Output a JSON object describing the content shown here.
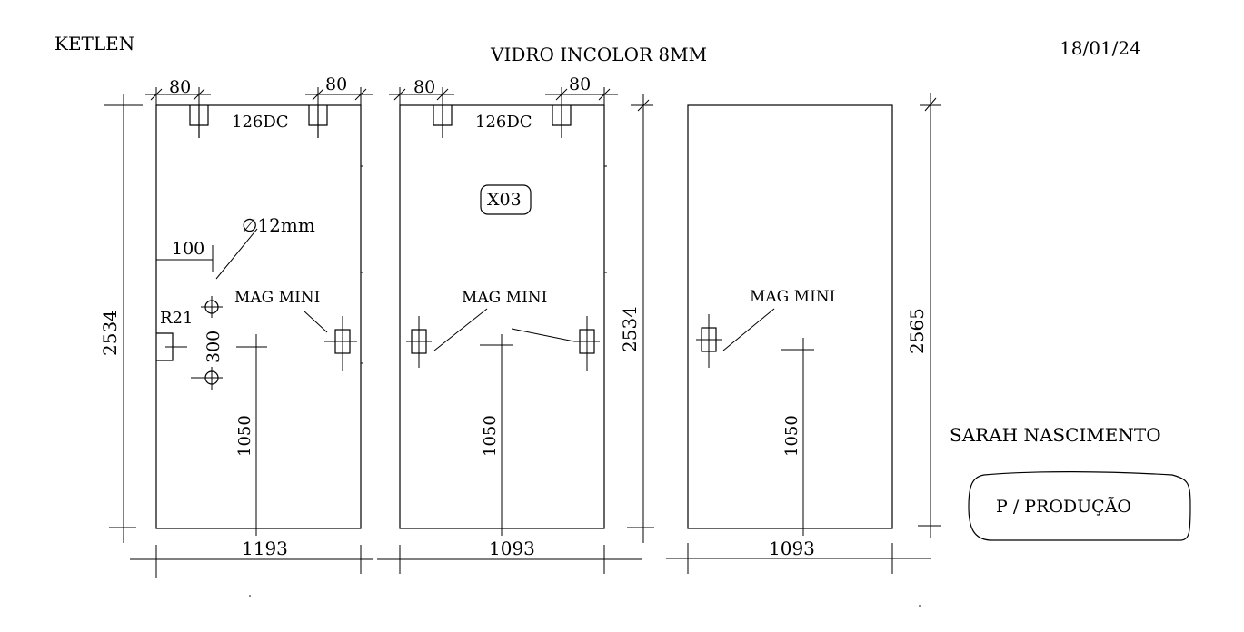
{
  "header": {
    "client": "KETLEN",
    "title": "VIDRO INCOLOR 8MM",
    "date": "18/01/24"
  },
  "panels": [
    {
      "width": "1193",
      "height": "2534",
      "offset_left": "80",
      "offset_right": "80",
      "hardware": "126DC",
      "hole_diameter": "∅12mm",
      "hole_offset": "100",
      "radius": "R21",
      "hole_spacing": "300",
      "handle_height": "1050",
      "mag_label": "MAG MINI"
    },
    {
      "width": "1093",
      "height": "2534",
      "offset_left": "80",
      "offset_right": "80",
      "hardware": "126DC",
      "code": "X03",
      "handle_height": "1050",
      "mag_label": "MAG MINI"
    },
    {
      "width": "1093",
      "height": "2565",
      "handle_height": "1050",
      "mag_label": "MAG MINI"
    }
  ],
  "footer": {
    "customer": "SARAH NASCIMENTO",
    "status": "P / PRODUÇÃO"
  }
}
